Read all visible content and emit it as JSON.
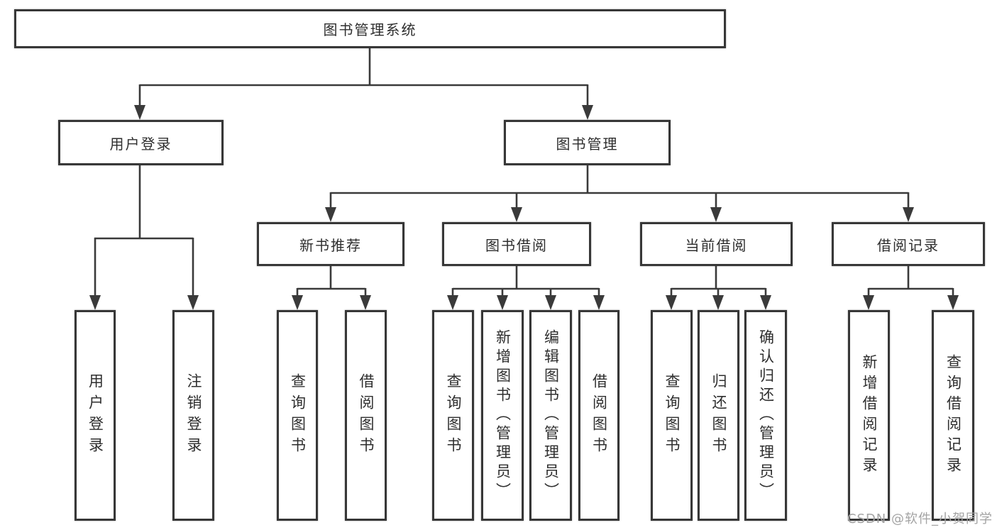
{
  "diagram": {
    "type": "hierarchy-tree",
    "tree": {
      "label": "图书管理系统",
      "children": [
        {
          "label": "用户登录",
          "children": [
            {
              "label": "用户登录"
            },
            {
              "label": "注销登录"
            }
          ]
        },
        {
          "label": "图书管理",
          "children": [
            {
              "label": "新书推荐",
              "children": [
                {
                  "label": "查询图书"
                },
                {
                  "label": "借阅图书"
                }
              ]
            },
            {
              "label": "图书借阅",
              "children": [
                {
                  "label": "查询图书"
                },
                {
                  "label": "新增图书（管理员）"
                },
                {
                  "label": "编辑图书（管理员）"
                },
                {
                  "label": "借阅图书"
                }
              ]
            },
            {
              "label": "当前借阅",
              "children": [
                {
                  "label": "查询图书"
                },
                {
                  "label": "归还图书"
                },
                {
                  "label": "确认归还（管理员）"
                }
              ]
            },
            {
              "label": "借阅记录",
              "children": [
                {
                  "label": "新增借阅记录"
                },
                {
                  "label": "查询借阅记录"
                }
              ]
            }
          ]
        }
      ]
    },
    "colors": {
      "line": "#3a3a3a",
      "box_border": "#373737",
      "box_fill": "#ffffff",
      "text": "#2e2e2e",
      "watermark": "#a3a3a3",
      "background": "#ffffff"
    }
  },
  "watermark": {
    "text": "CSDN @软件_小贺同学"
  }
}
